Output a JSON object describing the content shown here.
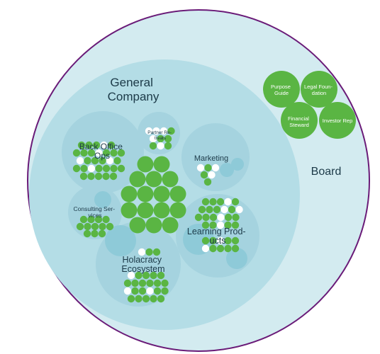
{
  "board": {
    "label": "Board",
    "colors": {
      "outer_fill": "#d3ebf0",
      "outer_stroke": "#6a1b78",
      "inner_fill": "#b4dde6"
    },
    "roles": [
      {
        "label_lines": [
          "Purpose",
          "Guide"
        ]
      },
      {
        "label_lines": [
          "Legal Foun-",
          "dation"
        ]
      },
      {
        "label_lines": [
          "Financial",
          "Steward"
        ]
      },
      {
        "label_lines": [
          "Investor Rep"
        ]
      }
    ]
  },
  "general_company": {
    "label_lines": [
      "General",
      "Company"
    ],
    "circles": [
      {
        "id": "back-office-ops",
        "label_lines": [
          "Back Office",
          "Ops"
        ],
        "members": 30,
        "unfilled": [
          3,
          8,
          12,
          16,
          20
        ]
      },
      {
        "id": "partner-retreats",
        "label_lines": [
          "Partner Re-",
          "treats"
        ],
        "members": 10,
        "unfilled": [
          0,
          1,
          2,
          4,
          8
        ]
      },
      {
        "id": "marketing",
        "label_lines": [
          "Marketing"
        ],
        "members": 6,
        "unfilled": [
          0,
          2,
          4
        ]
      },
      {
        "id": "consulting-services",
        "label_lines": [
          "Consulting Ser-",
          "vices"
        ],
        "members": 12,
        "unfilled": []
      },
      {
        "id": "learning-products",
        "label_lines": [
          "Learning Prod-",
          "ucts"
        ],
        "members": 32,
        "unfilled": [
          3,
          8,
          10,
          14,
          19,
          24,
          27
        ]
      },
      {
        "id": "holacracy-ecosystem",
        "label_lines": [
          "Holacracy",
          "Ecosystem"
        ],
        "members": 25,
        "unfilled": [
          0,
          3,
          14,
          17
        ]
      }
    ],
    "direct_roles": 16
  },
  "colors": {
    "role_fill": "#5ab543",
    "role_stroke": "#6ec45a",
    "unfilled_role": "#ffffff",
    "circle_fill": "#a5d3df",
    "circle_fill_light": "#bfe0e8",
    "sub_circle": "#8ecad8",
    "label": "#1c3a48",
    "role_label": "#ffffff"
  }
}
